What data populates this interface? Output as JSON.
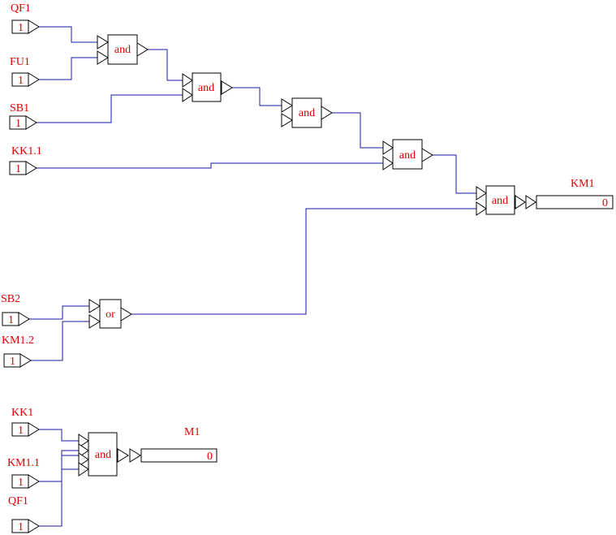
{
  "inputs": {
    "qf1_top": {
      "label": "QF1",
      "value": "1"
    },
    "fu1": {
      "label": "FU1",
      "value": "1"
    },
    "sb1": {
      "label": "SB1",
      "value": "1"
    },
    "kk1_1": {
      "label": "KK1.1",
      "value": "1"
    },
    "sb2": {
      "label": "SB2",
      "value": "1"
    },
    "km1_2": {
      "label": "KM1.2",
      "value": "1"
    },
    "kk1": {
      "label": "KK1",
      "value": "1"
    },
    "km1_1": {
      "label": "KM1.1",
      "value": "1"
    },
    "qf1_bottom": {
      "label": "QF1",
      "value": "1"
    }
  },
  "gates": {
    "and1": "and",
    "and2": "and",
    "and3": "and",
    "and4": "and",
    "and5": "and",
    "or1": "or",
    "and6": "and"
  },
  "outputs": {
    "km1": {
      "label": "KM1",
      "value": "0"
    },
    "m1": {
      "label": "M1",
      "value": "0"
    }
  },
  "colors": {
    "label": "#e00000",
    "wire": "#1a1aa0",
    "outline": "#000000"
  }
}
